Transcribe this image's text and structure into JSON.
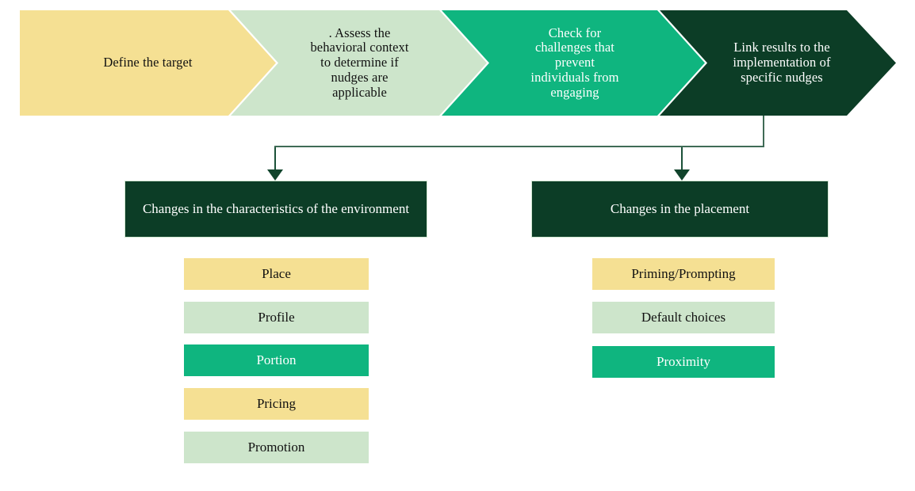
{
  "process": {
    "steps": [
      {
        "label": "Define the target",
        "color": "#F5E093",
        "text_color": "#111111"
      },
      {
        "label": ". Assess the\nbehavioral context\nto determine if\nnudges are\napplicable",
        "color": "#CDE5CB",
        "text_color": "#111111"
      },
      {
        "label": "Check for\nchallenges that\nprevent\nindividuals from\nengaging",
        "color": "#0FB57F",
        "text_color": "#FFFFFF"
      },
      {
        "label": "Link results to the\nimplementation of\nspecific nudges",
        "color": "#0C3D26",
        "text_color": "#FFFFFF"
      }
    ]
  },
  "branches": [
    {
      "title": "Changes in the characteristics of the environment",
      "items": [
        {
          "label": "Place",
          "color": "#F5E093"
        },
        {
          "label": "Profile",
          "color": "#CDE5CB"
        },
        {
          "label": "Portion",
          "color": "#0FB57F"
        },
        {
          "label": "Pricing",
          "color": "#F5E093"
        },
        {
          "label": "Promotion",
          "color": "#CDE5CB"
        }
      ]
    },
    {
      "title": "Changes in the placement",
      "items": [
        {
          "label": "Priming/Prompting",
          "color": "#F5E093"
        },
        {
          "label": "Default choices",
          "color": "#CDE5CB"
        },
        {
          "label": "Proximity",
          "color": "#0FB57F"
        }
      ]
    }
  ],
  "palette": {
    "yellow": "#F5E093",
    "light_green": "#CDE5CB",
    "teal": "#0FB57F",
    "dark_green": "#0C3D26",
    "connector": "#3F6B56",
    "background": "#FFFFFF"
  }
}
